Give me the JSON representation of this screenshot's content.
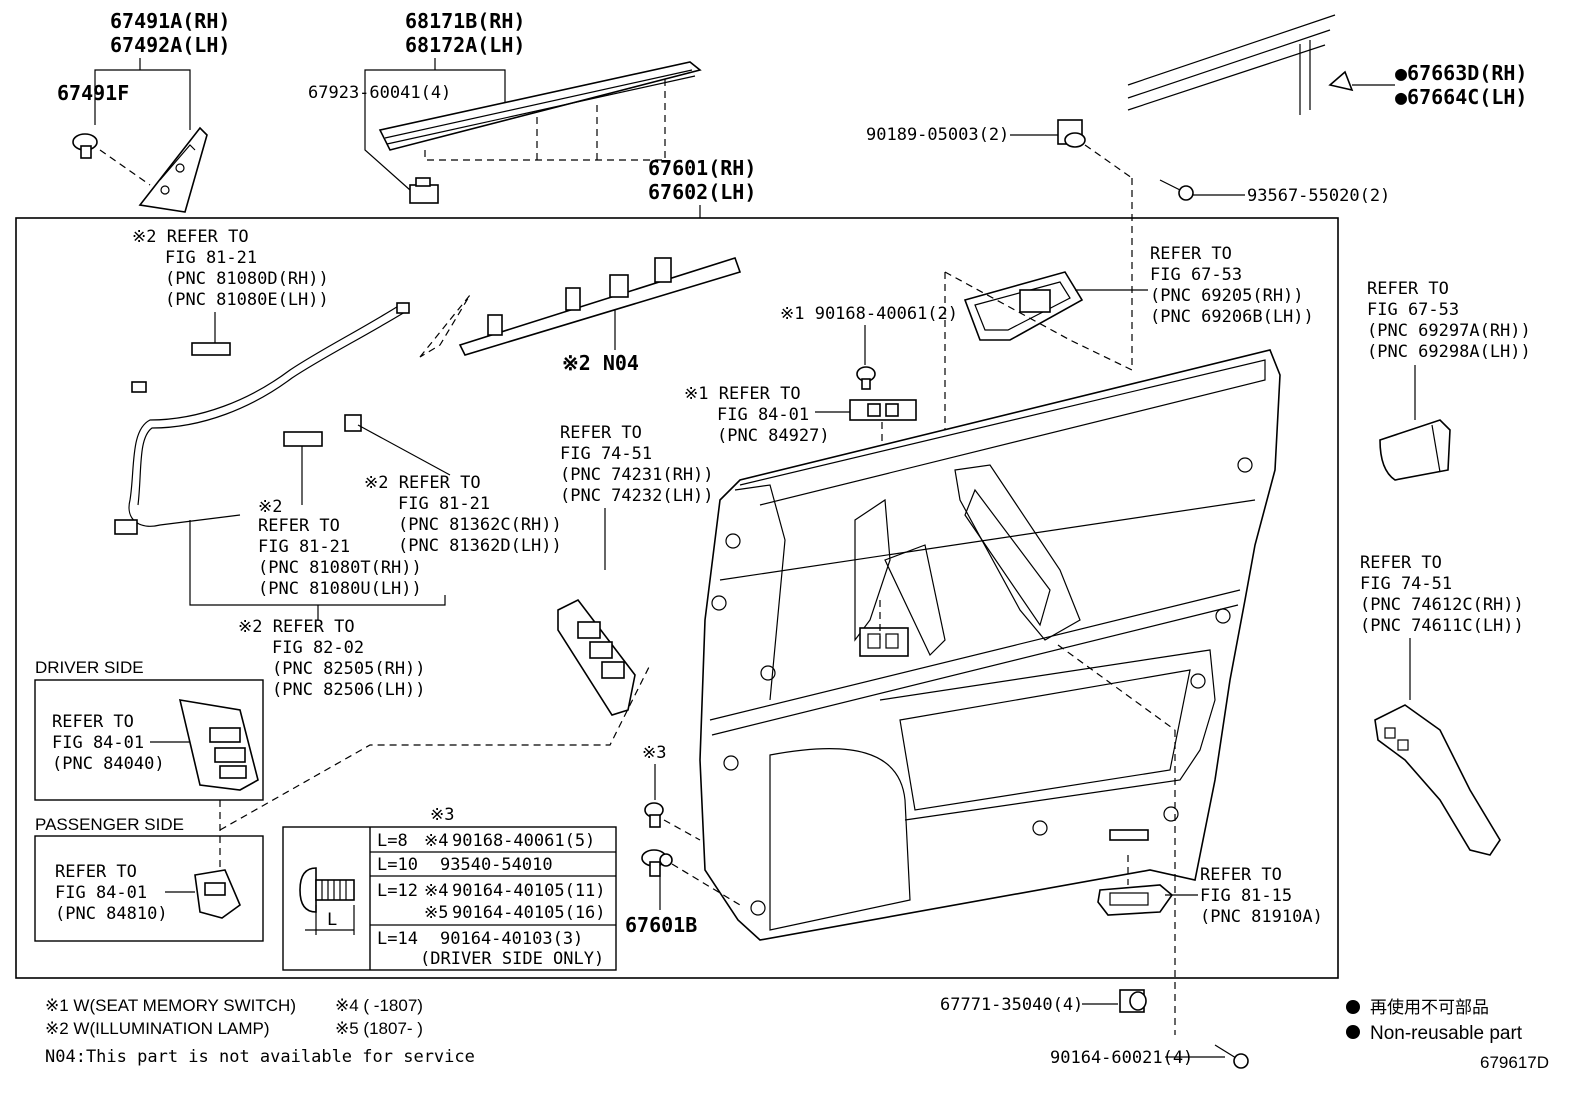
{
  "labels": {
    "p67491a_rh": "67491A(RH)",
    "p67492a_lh": "67492A(LH)",
    "p67491f": "67491F",
    "p68171b_rh": "68171B(RH)",
    "p68172a_lh": "68172A(LH)",
    "p67923": "67923-60041(4)",
    "p67601_rh": "67601(RH)",
    "p67602_lh": "67602(LH)",
    "p67663d_rh": "●67663D(RH)",
    "p67664c_lh": "●67664C(LH)",
    "p90189": "90189-05003(2)",
    "p93567": "93567-55020(2)",
    "p67601b": "67601B",
    "p67771": "67771-35040(4)",
    "p90164_60021": "90164-60021(4)",
    "p90168_top": "※1 90168-40061(2)",
    "p_n04": "※2 N04",
    "driver_side": "DRIVER SIDE",
    "passenger_side": "PASSENGER SIDE",
    "mark3": "※3",
    "mark3_table": "※3"
  },
  "refs": {
    "r8121a": [
      "※2 REFER TO",
      "FIG 81-21",
      "(PNC 81080D(RH))",
      "(PNC 81080E(LH))"
    ],
    "r8121b": [
      "※2 REFER TO",
      "FIG 81-21",
      "(PNC 81362C(RH))",
      "(PNC 81362D(LH))"
    ],
    "r8121c": [
      "※2",
      "REFER TO",
      "FIG 81-21",
      "(PNC 81080T(RH))",
      "(PNC 81080U(LH))"
    ],
    "r8202": [
      "※2 REFER TO",
      "FIG 82-02",
      "(PNC 82505(RH))",
      "(PNC 82506(LH))"
    ],
    "r7451a": [
      "REFER TO",
      "FIG 74-51",
      "(PNC 74231(RH))",
      "(PNC 74232(LH))"
    ],
    "r8401a": [
      "※1 REFER TO",
      "FIG 84-01",
      "(PNC 84927)"
    ],
    "r6753a": [
      "REFER TO",
      "FIG 67-53",
      "(PNC 69205(RH))",
      "(PNC 69206B(LH))"
    ],
    "r6753b": [
      "REFER TO",
      "FIG 67-53",
      "(PNC 69297A(RH))",
      "(PNC 69298A(LH))"
    ],
    "r7451b": [
      "REFER TO",
      "FIG 74-51",
      "(PNC 74612C(RH))",
      "(PNC 74611C(LH))"
    ],
    "r8115": [
      "REFER TO",
      "FIG 81-15",
      "(PNC 81910A)"
    ],
    "r8401_driver": [
      "REFER TO",
      "FIG 84-01",
      "(PNC 84040)"
    ],
    "r8401_pass": [
      "REFER TO",
      "FIG 84-01",
      "(PNC 84810)"
    ]
  },
  "screw_table": {
    "dimension_label": "L",
    "rows": [
      {
        "len": "L=8",
        "mark": "※4",
        "part": "90168-40061(5)"
      },
      {
        "len": "L=10",
        "mark": "",
        "part": "93540-54010"
      },
      {
        "len": "L=12",
        "mark": "※4",
        "part": "90164-40105(11)"
      },
      {
        "len": "",
        "mark": "※5",
        "part": "90164-40105(16)"
      },
      {
        "len": "L=14",
        "mark": "",
        "part": "90164-40103(3)"
      },
      {
        "len": "",
        "mark": "",
        "part": "(DRIVER SIDE ONLY)"
      }
    ]
  },
  "notes": {
    "n1": "※1 W(SEAT MEMORY SWITCH)",
    "n2": "※2 W(ILLUMINATION LAMP)",
    "n4": "※4 (      -1807)",
    "n5": "※5 (1807-      )",
    "n04": "N04:This part is not available for service"
  },
  "legend": {
    "jp": "再使用不可部品",
    "en": "Non-reusable part",
    "bullet_color": "#000000"
  },
  "figure_id": "679617D",
  "colors": {
    "ink": "#000000",
    "paper": "#ffffff"
  }
}
